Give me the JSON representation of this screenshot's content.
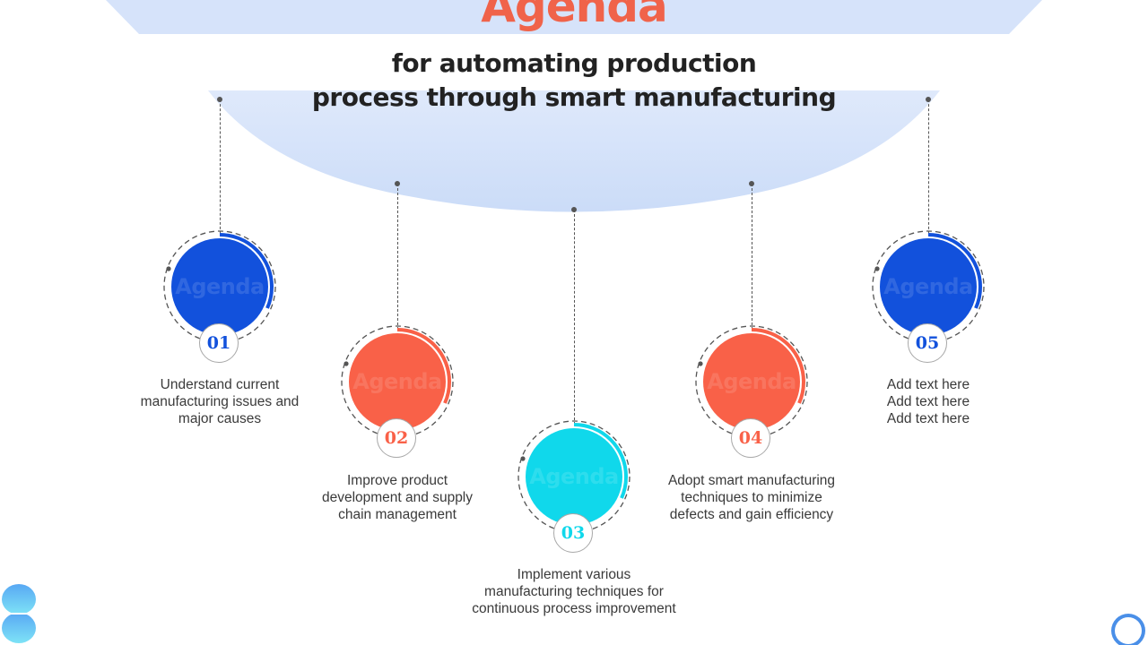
{
  "header": {
    "title": "Agenda",
    "subtitle_line1": "for automating production",
    "subtitle_line2": "process through smart manufacturing"
  },
  "colors": {
    "blue": "#1251dc",
    "coral": "#f96148",
    "cyan": "#10d8eb",
    "title": "#f0634a",
    "arc": "#d6e3fa"
  },
  "items": [
    {
      "number": "01",
      "watermark": "Agenda",
      "color": "#1251dc",
      "text_line1": "Understand current",
      "text_line2": "manufacturing issues and",
      "text_line3": "major causes"
    },
    {
      "number": "02",
      "watermark": "Agenda",
      "color": "#f96148",
      "text_line1": "Improve product",
      "text_line2": "development and supply",
      "text_line3": "chain management"
    },
    {
      "number": "03",
      "watermark": "Agenda",
      "color": "#10d8eb",
      "text_line1": "Implement various",
      "text_line2": "manufacturing techniques for",
      "text_line3": "continuous process improvement"
    },
    {
      "number": "04",
      "watermark": "Agenda",
      "color": "#f96148",
      "text_line1": "Adopt smart manufacturing",
      "text_line2": "techniques to minimize",
      "text_line3": "defects and gain efficiency"
    },
    {
      "number": "05",
      "watermark": "Agenda",
      "color": "#1251dc",
      "text_line1": "Add text here",
      "text_line2": "Add text here",
      "text_line3": "Add text here"
    }
  ]
}
